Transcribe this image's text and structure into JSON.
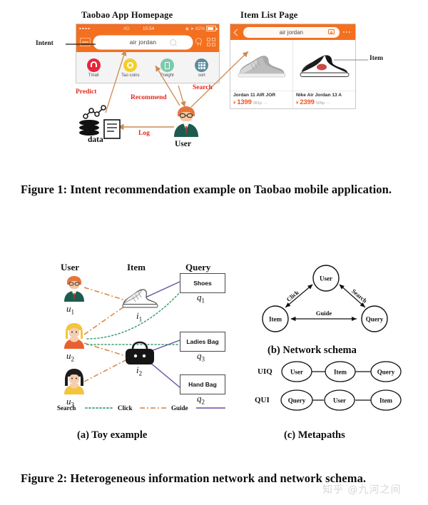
{
  "figure1": {
    "phone1_title": "Taobao App Homepage",
    "phone2_title": "Item List Page",
    "phone1": {
      "status": {
        "network": "4G",
        "time": "15:54",
        "battery": "82%"
      },
      "search_value": "air jordan",
      "icons": [
        {
          "label": "Tmall",
          "color": "#e8253c",
          "icon": "tmall-icon"
        },
        {
          "label": "Tao coins",
          "color": "#f5ce2b",
          "icon": "coin-icon"
        },
        {
          "label": "Freight",
          "color": "#7cc9ac",
          "icon": "freight-icon"
        },
        {
          "label": "sort",
          "color": "#5d8d9c",
          "icon": "grid-icon"
        }
      ]
    },
    "phone2": {
      "search_value": "air jordan",
      "items": [
        {
          "name": "Jordan 11 AIR JOR",
          "currency": "¥",
          "price": "1399",
          "sold": "391p",
          "dash": "—"
        },
        {
          "name": "Nike Air Jordan 13 A",
          "currency": "¥",
          "price": "2399",
          "sold": "509p",
          "dash": "—"
        }
      ]
    },
    "annotations": {
      "intent": "Intent",
      "item": "Item",
      "predict": "Predict",
      "recommend": "Recommend",
      "search": "Search",
      "log": "Log",
      "data": "data",
      "user": "User"
    }
  },
  "caption1": "Figure 1: Intent recommendation example on Taobao mobile application.",
  "figure2": {
    "toy": {
      "headers": [
        "User",
        "Item",
        "Query"
      ],
      "users": [
        "u",
        "u",
        "u"
      ],
      "user_subs": [
        "1",
        "2",
        "3"
      ],
      "items": [
        "i",
        "i"
      ],
      "item_subs": [
        "1",
        "2"
      ],
      "queries": [
        {
          "label": "Shoes",
          "id": "q",
          "sub": "1"
        },
        {
          "label": "Ladies Bag",
          "id": "q",
          "sub": "3"
        },
        {
          "label": "Hand Bag",
          "id": "q",
          "sub": "2"
        }
      ],
      "legend": [
        {
          "label": "Search",
          "style": "dotted",
          "color": "#3f9e6e"
        },
        {
          "label": "Click",
          "style": "dash-dot",
          "color": "#d8823c"
        },
        {
          "label": "Guide",
          "style": "solid",
          "color": "#6a4fa3"
        }
      ],
      "caption": "(a) Toy example"
    },
    "schema": {
      "nodes": [
        "User",
        "Item",
        "Query"
      ],
      "edges": [
        "Click",
        "Search",
        "Guide"
      ],
      "caption": "(b) Network schema"
    },
    "metapaths": {
      "rows": [
        {
          "name": "UIQ",
          "nodes": [
            "User",
            "Item",
            "Query"
          ]
        },
        {
          "name": "QUI",
          "nodes": [
            "Query",
            "User",
            "Item"
          ]
        }
      ],
      "caption": "(c) Metapaths"
    }
  },
  "caption2": "Figure 2: Heterogeneous information network and network schema.",
  "watermark": "知乎 @九河之间",
  "colors": {
    "taobao_orange": "#f4701f",
    "price_red": "#f4511e",
    "annotation_red": "#e02b20",
    "arrow_tan": "#cc8b52",
    "search_green": "#3f9e6e",
    "click_orange": "#d8823c",
    "guide_purple": "#6a4fa3"
  }
}
